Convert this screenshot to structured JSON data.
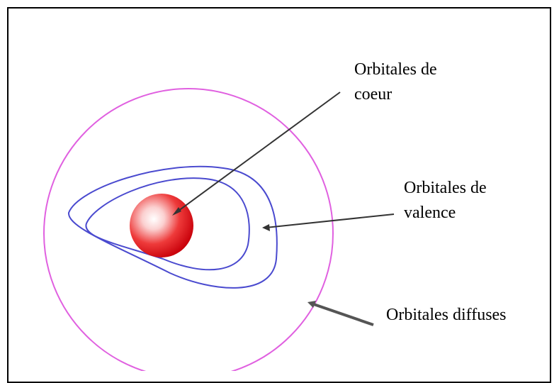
{
  "diagram": {
    "labels": {
      "core_line1": "Orbitales de",
      "core_line2": "coeur",
      "valence_line1": "Orbitales de",
      "valence_line2": "valence",
      "diffuse": "Orbitales diffuses"
    },
    "colors": {
      "diffuse_orbital": "#e060e0",
      "valence_orbital": "#4a4acf",
      "core_sphere": "#e0101a",
      "arrow": "#333333",
      "frame": "#000000"
    }
  }
}
